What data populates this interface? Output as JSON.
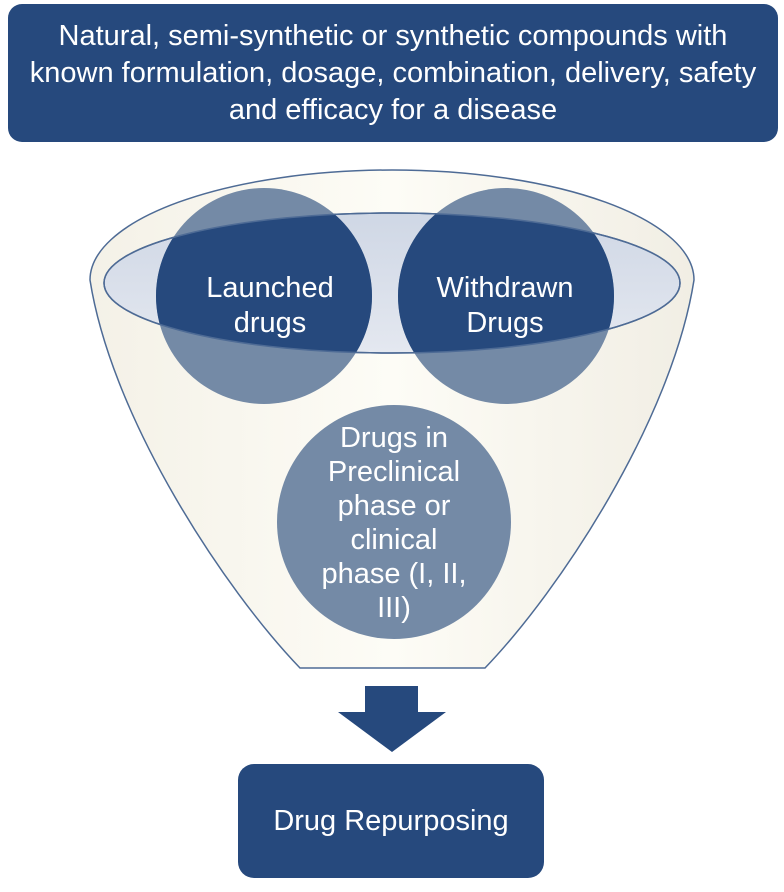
{
  "header": {
    "text": "Natural, semi-synthetic or synthetic compounds with known formulation, dosage, combination, delivery, safety and efficacy for a disease"
  },
  "funnel": {
    "launched": "Launched\ndrugs",
    "withdrawn": "Withdrawn\nDrugs",
    "preclinical": "Drugs in\nPreclinical\nphase or\nclinical\nphase (I, II,\nIII)"
  },
  "result": {
    "text": "Drug Repurposing"
  },
  "colors": {
    "dark_blue": "#26497d",
    "mid_blue": "#748aa6",
    "funnel_fill": "#fdfbf3",
    "rim_fill": "#d9dfea",
    "outline": "#4e6b95"
  }
}
